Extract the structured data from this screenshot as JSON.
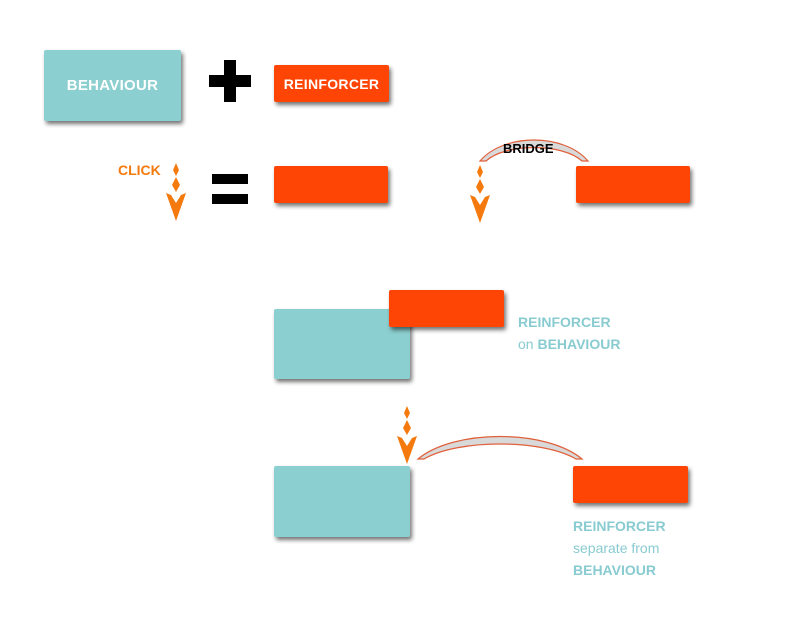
{
  "row1": {
    "behaviour_label": "BEHAVIOUR",
    "reinforcer_label": "REINFORCER"
  },
  "row2": {
    "click_label": "CLICK",
    "bridge_label": "BRIDGE"
  },
  "caption_on": {
    "line1": "REINFORCER",
    "line2_prefix": "on ",
    "line2_bold": "BEHAVIOUR"
  },
  "caption_separate": {
    "line1": "REINFORCER",
    "line2": "separate from",
    "line3": "BEHAVIOUR"
  },
  "colors": {
    "behaviour": "#8ccfd0",
    "reinforcer": "#ff4505",
    "click": "#f47a0e",
    "bridge_fill": "#d9d9d9",
    "bridge_stroke": "#e0603a",
    "caption": "#88cbd0"
  },
  "icons": {
    "click": "click-lightning-icon",
    "bridge": "bridge-arc-icon"
  }
}
